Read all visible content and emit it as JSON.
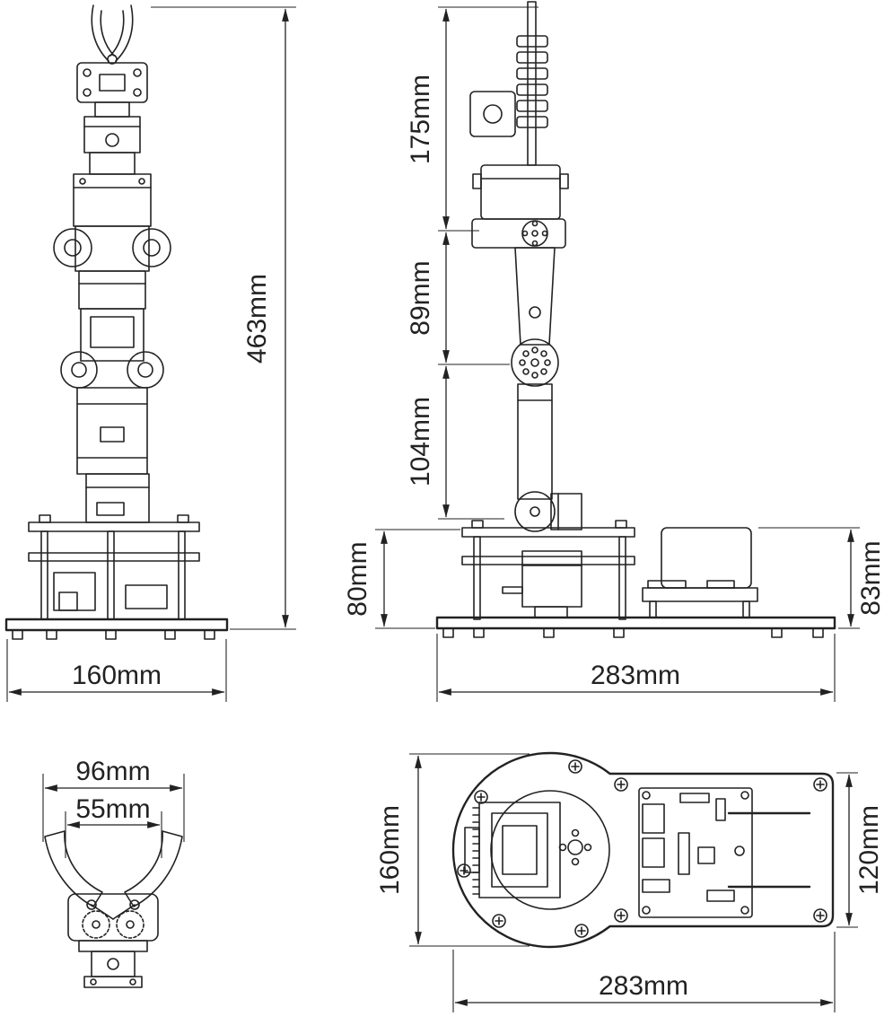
{
  "colors": {
    "line": "#222222",
    "background": "#ffffff"
  },
  "views": {
    "front": {
      "height": "463mm",
      "base_width": "160mm"
    },
    "side": {
      "gripper_section_height": "175mm",
      "upper_arm_length": "89mm",
      "forearm_length": "104mm",
      "base_height": "80mm",
      "controller_height": "83mm",
      "base_width": "283mm"
    },
    "gripper": {
      "outer_width": "96mm",
      "opening_width": "55mm"
    },
    "top": {
      "base_circle_diameter": "160mm",
      "plate_depth": "120mm",
      "plate_width": "283mm"
    }
  }
}
